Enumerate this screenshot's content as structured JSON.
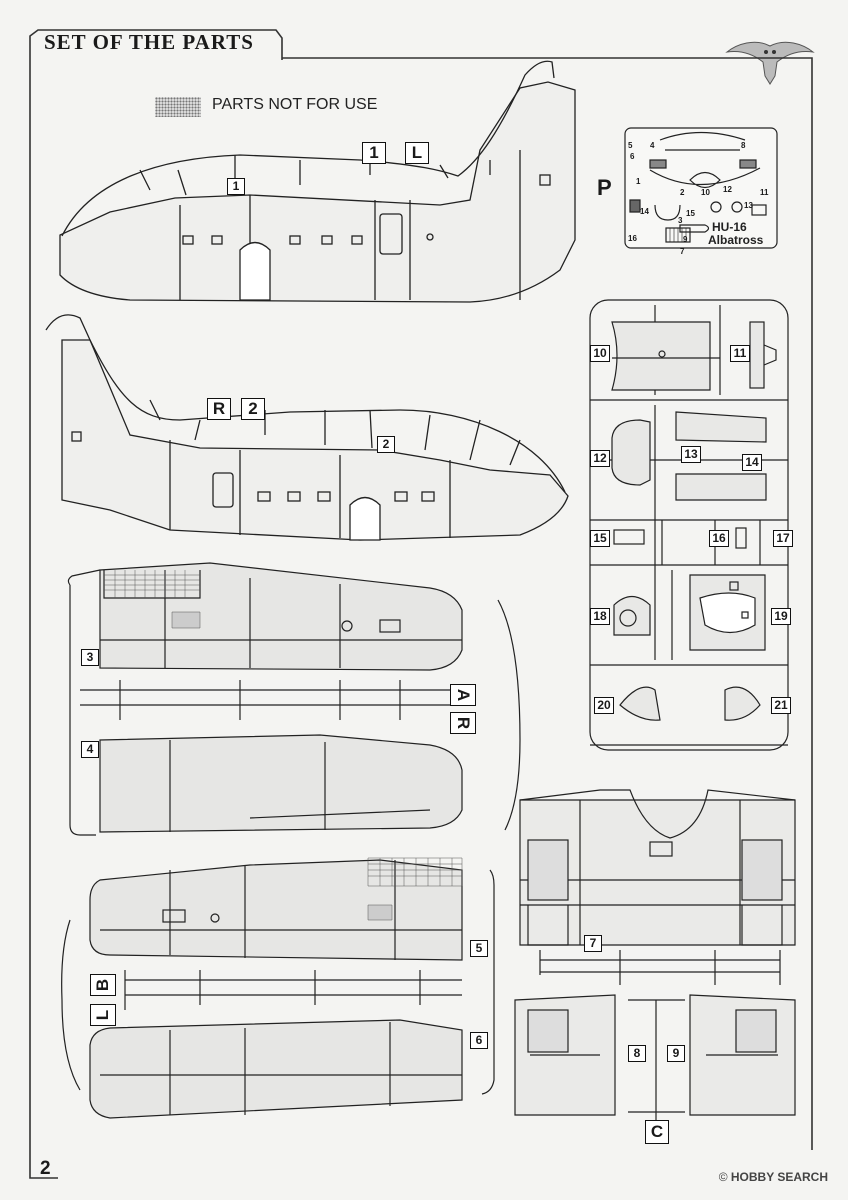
{
  "header": {
    "title": "SET OF THE PARTS"
  },
  "legend": {
    "text": "PARTS NOT FOR USE"
  },
  "fuselage": {
    "left": {
      "part": "1",
      "sprue_number": "1",
      "sprue_letter": "L"
    },
    "right": {
      "part": "2",
      "sprue_letter": "R",
      "sprue_number": "2"
    }
  },
  "wing_sprue": {
    "letters": [
      "A",
      "R"
    ],
    "parts": [
      "3",
      "4"
    ]
  },
  "wing_sprue_b": {
    "letters": [
      "B",
      "L"
    ],
    "parts": [
      "5",
      "6"
    ]
  },
  "photoetch": {
    "letter": "P",
    "name_line1": "HU-16",
    "name_line2": "Albatross",
    "numbers": [
      "1",
      "2",
      "3",
      "4",
      "5",
      "6",
      "7",
      "8",
      "9",
      "10",
      "11",
      "12",
      "13",
      "14",
      "15",
      "16"
    ]
  },
  "clear_sprue": {
    "parts": [
      "10",
      "11",
      "12",
      "13",
      "14",
      "15",
      "16",
      "17",
      "18",
      "19",
      "20",
      "21"
    ]
  },
  "sprue_c": {
    "letter": "C",
    "parts": [
      "7",
      "8",
      "9"
    ]
  },
  "footer": {
    "page_number": "2",
    "watermark_brand": "HOBBY SEARCH",
    "watermark_small": "©"
  },
  "colors": {
    "line": "#222222",
    "paper": "#f4f4f2",
    "panel": "#e2e2e0",
    "grey_fill": "#d8d8d6"
  }
}
